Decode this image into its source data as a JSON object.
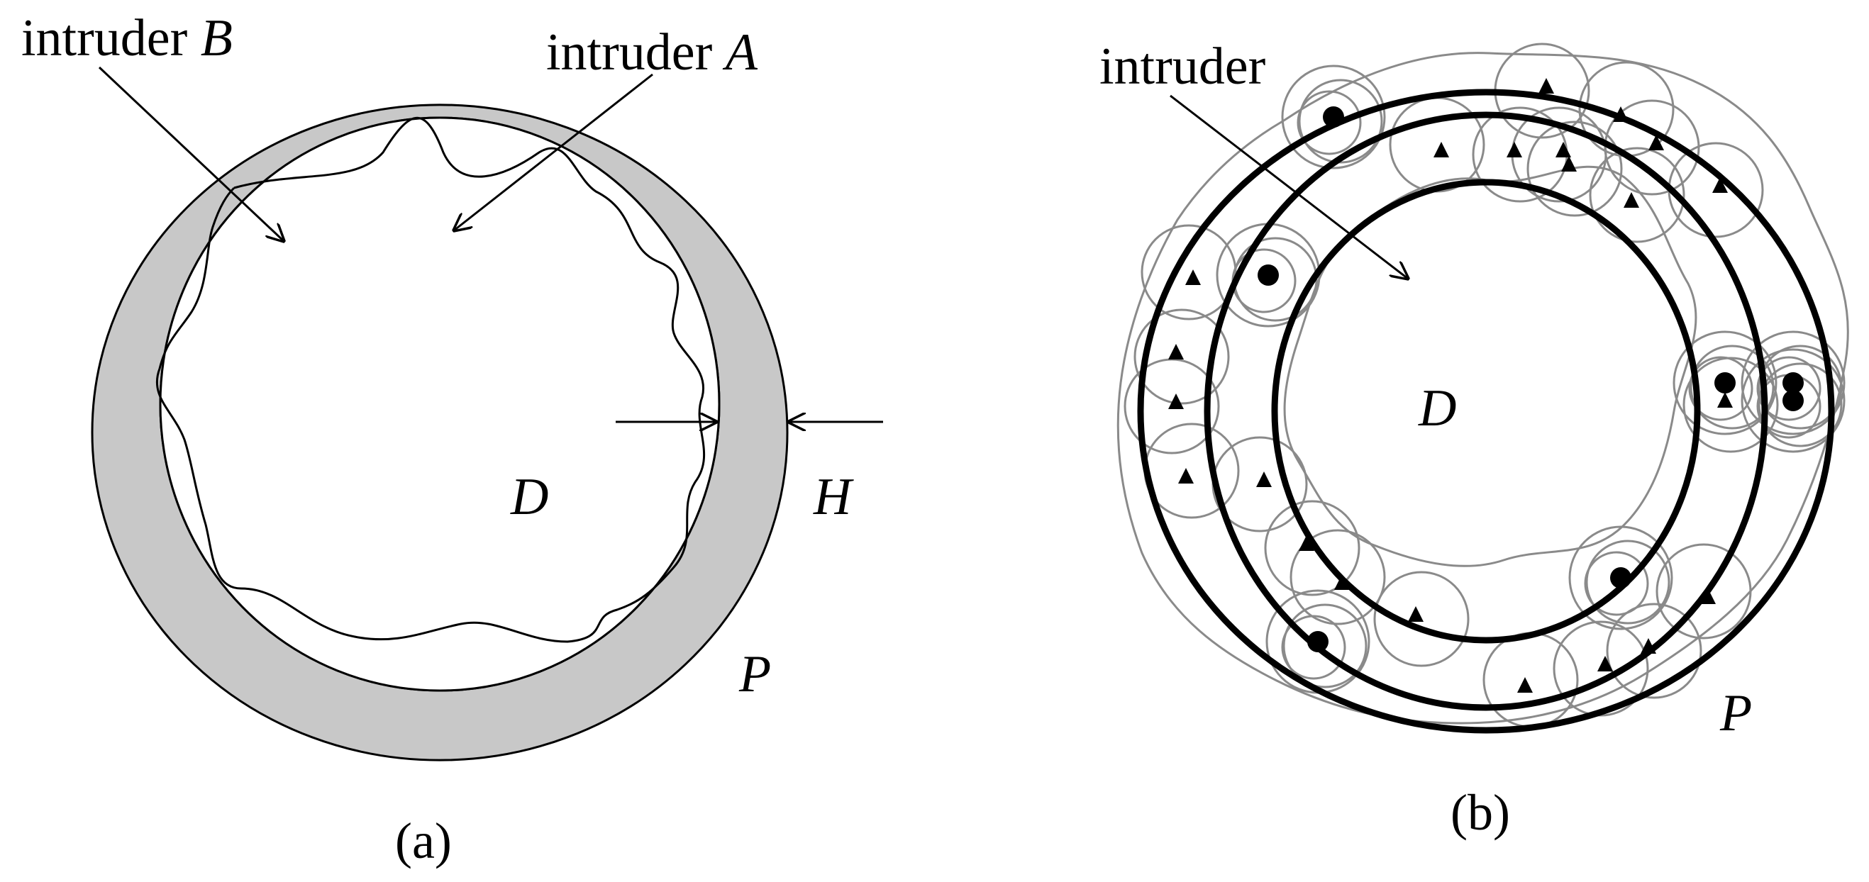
{
  "panel_a": {
    "label_intruder_b_word": "intruder",
    "label_intruder_b_var": "B",
    "label_intruder_a_word": "intruder",
    "label_intruder_a_var": "A",
    "label_d": "D",
    "label_h": "H",
    "label_p": "P",
    "caption": "(a)"
  },
  "panel_b": {
    "label_intruder": "intruder",
    "label_d": "D",
    "label_p": "P",
    "caption": "(b)"
  },
  "colors": {
    "ring_fill": "#c8c8c8",
    "line": "#000000",
    "sensor_circle": "#8a8a8a"
  }
}
